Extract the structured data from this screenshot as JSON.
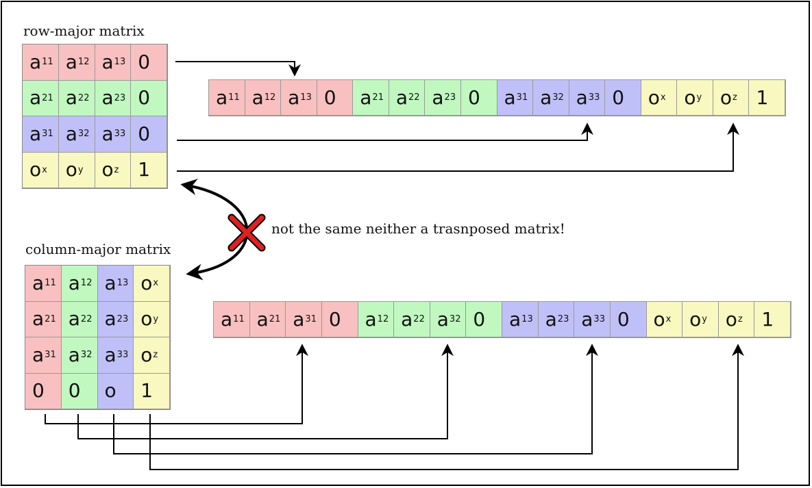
{
  "colors": {
    "red": "#f8c0c0",
    "green": "#c0f8c0",
    "blue": "#c0c0f8",
    "yellow": "#f8f8c0",
    "cross": "#e02020"
  },
  "row_major": {
    "title": "row-major matrix",
    "rows": [
      {
        "color": "red",
        "cells": [
          [
            "a",
            "11"
          ],
          [
            "a",
            "12"
          ],
          [
            "a",
            "13"
          ],
          [
            "0",
            ""
          ]
        ]
      },
      {
        "color": "green",
        "cells": [
          [
            "a",
            "21"
          ],
          [
            "a",
            "22"
          ],
          [
            "a",
            "23"
          ],
          [
            "0",
            ""
          ]
        ]
      },
      {
        "color": "blue",
        "cells": [
          [
            "a",
            "31"
          ],
          [
            "a",
            "32"
          ],
          [
            "a",
            "33"
          ],
          [
            "0",
            ""
          ]
        ]
      },
      {
        "color": "yellow",
        "cells": [
          [
            "o",
            "x"
          ],
          [
            "o",
            "y"
          ],
          [
            "o",
            "z"
          ],
          [
            "1",
            ""
          ]
        ]
      }
    ]
  },
  "column_major": {
    "title": "column-major matrix",
    "columns": [
      {
        "color": "red",
        "cells": [
          [
            "a",
            "11"
          ],
          [
            "a",
            "21"
          ],
          [
            "a",
            "31"
          ],
          [
            "0",
            ""
          ]
        ]
      },
      {
        "color": "green",
        "cells": [
          [
            "a",
            "12"
          ],
          [
            "a",
            "22"
          ],
          [
            "a",
            "32"
          ],
          [
            "0",
            ""
          ]
        ]
      },
      {
        "color": "blue",
        "cells": [
          [
            "a",
            "13"
          ],
          [
            "a",
            "23"
          ],
          [
            "a",
            "33"
          ],
          [
            "o",
            ""
          ]
        ]
      },
      {
        "color": "yellow",
        "cells": [
          [
            "o",
            "x"
          ],
          [
            "o",
            "y"
          ],
          [
            "o",
            "z"
          ],
          [
            "1",
            ""
          ]
        ]
      }
    ]
  },
  "row_memory": {
    "groups": [
      {
        "color": "red",
        "cells": [
          [
            "a",
            "11"
          ],
          [
            "a",
            "12"
          ],
          [
            "a",
            "13"
          ],
          [
            "0",
            ""
          ]
        ]
      },
      {
        "color": "green",
        "cells": [
          [
            "a",
            "21"
          ],
          [
            "a",
            "22"
          ],
          [
            "a",
            "23"
          ],
          [
            "0",
            ""
          ]
        ]
      },
      {
        "color": "blue",
        "cells": [
          [
            "a",
            "31"
          ],
          [
            "a",
            "32"
          ],
          [
            "a",
            "33"
          ],
          [
            "0",
            ""
          ]
        ]
      },
      {
        "color": "yellow",
        "cells": [
          [
            "o",
            "x"
          ],
          [
            "o",
            "y"
          ],
          [
            "o",
            "z"
          ],
          [
            "1",
            ""
          ]
        ]
      }
    ]
  },
  "column_memory": {
    "groups": [
      {
        "color": "red",
        "cells": [
          [
            "a",
            "11"
          ],
          [
            "a",
            "21"
          ],
          [
            "a",
            "31"
          ],
          [
            "0",
            ""
          ]
        ]
      },
      {
        "color": "green",
        "cells": [
          [
            "a",
            "12"
          ],
          [
            "a",
            "22"
          ],
          [
            "a",
            "32"
          ],
          [
            "0",
            ""
          ]
        ]
      },
      {
        "color": "blue",
        "cells": [
          [
            "a",
            "13"
          ],
          [
            "a",
            "23"
          ],
          [
            "a",
            "33"
          ],
          [
            "0",
            ""
          ]
        ]
      },
      {
        "color": "yellow",
        "cells": [
          [
            "o",
            "x"
          ],
          [
            "o",
            "y"
          ],
          [
            "o",
            "z"
          ],
          [
            "1",
            ""
          ]
        ]
      }
    ]
  },
  "note": "not the same neither a trasnposed matrix!"
}
